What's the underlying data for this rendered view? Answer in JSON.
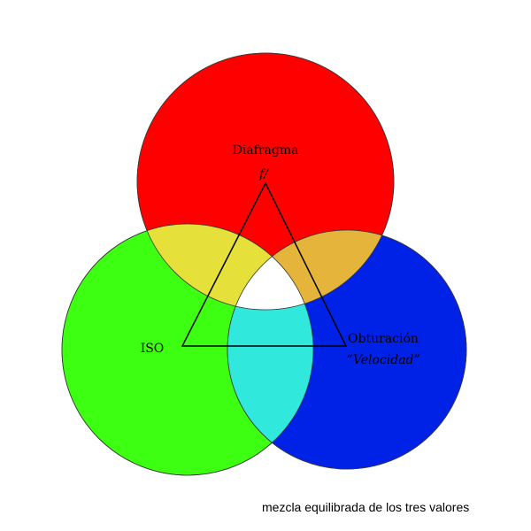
{
  "diagram": {
    "circles": [
      {
        "name": "aperture",
        "color": "#ff0000"
      },
      {
        "name": "iso",
        "color": "#3dff12"
      },
      {
        "name": "shutter",
        "color": "#0022e6"
      }
    ],
    "overlaps": {
      "red_green": "#e6e03a",
      "red_blue": "#e5b43b",
      "green_blue": "#30e8dc",
      "center": "#ffffff"
    },
    "labels": {
      "aperture_title": "Diafragma",
      "aperture_sub": "f/",
      "iso": "ISO",
      "shutter_title": "Obturación",
      "shutter_sub": "“Velocidad”"
    }
  },
  "caption": "mezcla equilibrada de los tres valores"
}
